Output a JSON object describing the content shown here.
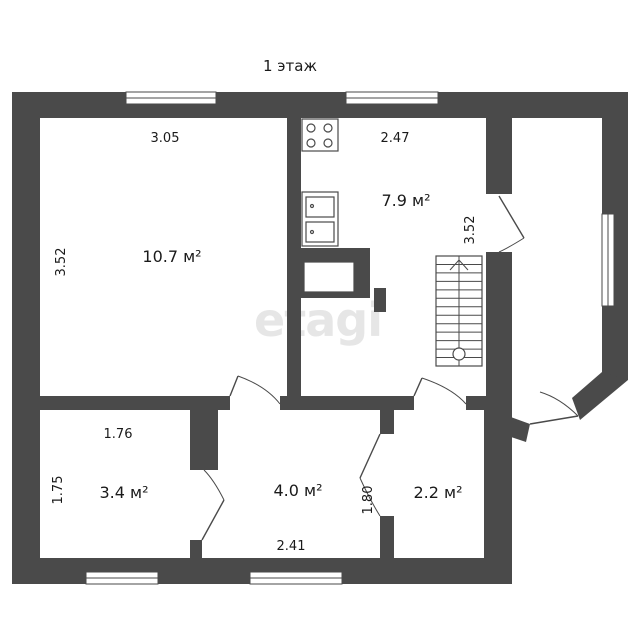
{
  "floor_title": "1 этаж",
  "watermark": "etagi",
  "rooms": {
    "living": {
      "area": "10.7 м²",
      "width": "3.05",
      "height": "3.52"
    },
    "kitchen": {
      "area": "7.9 м²",
      "width": "2.47",
      "height": "3.52"
    },
    "bedroom_small": {
      "area": "3.4 м²",
      "width": "1.76",
      "height": "1.75"
    },
    "hall": {
      "area": "4.0 м²",
      "width": "2.41",
      "height": "1.80"
    },
    "bath": {
      "area": "2.2 м²"
    }
  }
}
